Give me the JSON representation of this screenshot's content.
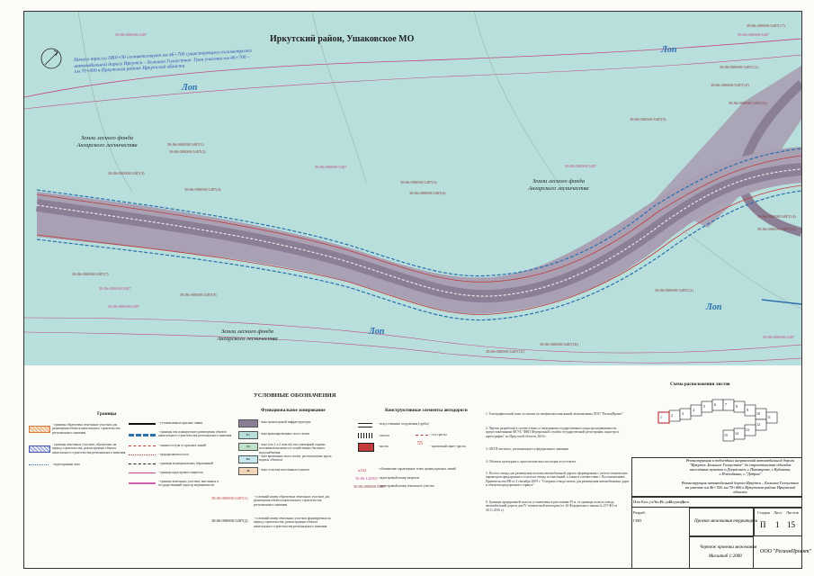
{
  "map": {
    "region_title": "Иркутский район, Ушаковское МО",
    "lop_labels": [
      "Лоп",
      "Лоп",
      "Лоп",
      "Лоп"
    ],
    "forest_label_1": "Земли лесного фонда Ангарского лесничества",
    "forest_label_2": "Земли лесного фонда Ангарского лесничества",
    "forest_label_3": "Земли лесного фонда Ангарского лесничества",
    "blue_note": "Начало трассы ПК0+00 соответствует км 46+700 существующего километража автомобильной дороги Иркутск – Большое Голоустное. Гран участка км 46+700 – км 70+000 в Иркутском районе Иркутской области",
    "north_arrow_icon": "north-arrow-icon",
    "cadastral": [
      "38:06:000000:5487",
      "38:06:000000:5487",
      "38:06:000000:5487",
      "38:06:000000:5487",
      "38:06:000000:5487",
      "38:06:000000:5487",
      "38:06:000000:5487",
      "38:06:000000:5487(1)",
      "38:06:000000:5487(2)",
      "38:06:000000:5487(3)",
      "38:06:000000:5487(4)",
      "38:06:000000:5487(5)",
      "38:06:000000:5487(6)",
      "38:06:000000:5487(7)",
      "38:06:000000:5487(8)",
      "38:06:000000:5487(9)",
      "38:06:000000:5487(10)",
      "38:06:000000:5487(11)",
      "38:06:000000:5487(12)",
      "38:06:000000:5487(13)",
      "38:06:000000:5487(14)",
      "38:06:000000:5487(15)",
      "38:06:000000:5487(16)",
      "38:06:000000:5487(17)",
      "38:06:000000:5487(18)"
    ],
    "colors": {
      "map_bg": "#b9dfdc",
      "road_band": "#a9a0b4",
      "road_core": "#8a7f94",
      "red_line": "#c23a3a",
      "blue_line": "#2a6fb0",
      "pink_line": "#d060b0"
    }
  },
  "legend": {
    "title": "УСЛОВНЫЕ ОБОЗНАЧЕНИЯ",
    "col_borders": "Границы",
    "col_zoning": "Функциональное зонирование",
    "col_elements": "Конструктивные элементы автодороги",
    "borders": [
      "- границы образуемых земельных участков для размещения объекта капитального строительства регионального значения",
      "- границы земельных участков, образуемых на период строительства, реконструкции объекта капитального строительства регионального значения",
      "- водоохранная зона"
    ],
    "lines": [
      "- установленные красные линии",
      "- границы зон планируемого размещения объекта капитального строительства регионального значения",
      "- линии отступа от красных линий",
      "- придорожная полоса",
      "- границы муниципальных образований",
      "- граница кадастрового квартала",
      "- граница земельных участков, внесенных в государственный кадастр недвижимости"
    ],
    "zoning": [
      "- зона транспортной инфраструктуры",
      "- зона кратковременных полос валов",
      "- зона (сек 1 и 2 поясов) зон санитарной охраны источников питьевого и хозяйственно-бытового водоснабжения",
      "- зона временных полос валов, располагаемых вдоль водных объектов",
      "- зона сельских населенных пунктов"
    ],
    "zoning_codes": [
      "П1",
      "Р1",
      "Р2",
      "Ж1",
      "Ж"
    ],
    "zoning_numbered": [
      "- условный номер образуемых земельных участков для размещения объекта капитального строительства регионального значения",
      "- условный номер земельных участков формируемых на период строительства, реконструкции объекта капитального строительства регионального значения"
    ],
    "zoning_numbers": [
      "38:06:000000:5487(1)",
      "38:06:000000:5487(2)"
    ],
    "elements": [
      "- искусственные сооружения (трубы)",
      "- откосы",
      "- мосты",
      "- ось трассы",
      "- проектный пикет трассы"
    ],
    "picket_sample": "55",
    "kadastr_labels": [
      "- обозначение характерных точек границ красных линий",
      "- кадастровый номер квартала",
      "- кадастровый номер земельного участка"
    ],
    "kadastr_codes": [
      "н102",
      "38:06:142901",
      "38:06:000000:5487"
    ]
  },
  "notes": [
    "1. Топографический план составлен по материалам изысканий, выполненных ООО \"РегионПроект\"",
    "2. Чертеж разработан в соответствии со сведениями государственного кадастра недвижимости, предоставленными ФГУБ \"ФКП Федеральной службы государственной регистрации, кадастра и картографии\" по Иркутской области, 2016 г.",
    "3. ОКТП местного, регионального и федерального значения",
    "4. Объекты культурного, археологического наследия отсутствуют",
    "5. Полоса отвода для размещения полотна автомобильной дороги сформирована с учетом технических параметров придорожного и полосы отвода и отнесённой, а также в соответствии с Постановлением Правительства РФ от 2 сентября 2009 г. \"О нормах отвода земель для размещения автомобильных дорог и объектов придорожного сервиса\"",
    "6. Границы придорожной полосы установлены в расстоянии 50 м. от границы полосы отвода автомобильной дороги для IV технической категории (ст. 26 Федерального закона № 257-ФЗ от 30.11.2016 г.)"
  ],
  "key_plan": {
    "title": "Схема расположения листов",
    "cells": [
      "1",
      "2",
      "3",
      "4",
      "5",
      "6",
      "7",
      "8",
      "9",
      "10",
      "11",
      "12",
      "13",
      "14",
      "15"
    ]
  },
  "stamp": {
    "project_title": "Реконструкция и подъездных направлений автомобильной дороги \"Иркутск–Большое Голоустное\" до строительства объездов населённых пунктов п.Дзержинск, с.Пивоварова, с.Кудинова, с.Пчёлойкино, с.\"Добрин\"",
    "project_sub": "Реконструкция автомобильной дороги Иркутск – Большое Голоустное на участке км 46+700–км 70+000 в Иркутском районе Иркутской области",
    "header_cols": [
      "Изм",
      "Кол.уч",
      "Лист",
      "№ док",
      "Подпись",
      "Дата"
    ],
    "signatures": [
      "Разраб.",
      "ГИП"
    ],
    "sheet_title": "Проект межевания территории",
    "stage_header": "Стадия",
    "sheet_header": "Лист",
    "sheets_header": "Листов",
    "stage": "П",
    "sheet": "1",
    "sheets": "15",
    "drawing_title": "Чертеж проекта межевания",
    "scale": "Масштаб 1:2000",
    "company": "ООО \"РегионПроект\""
  }
}
